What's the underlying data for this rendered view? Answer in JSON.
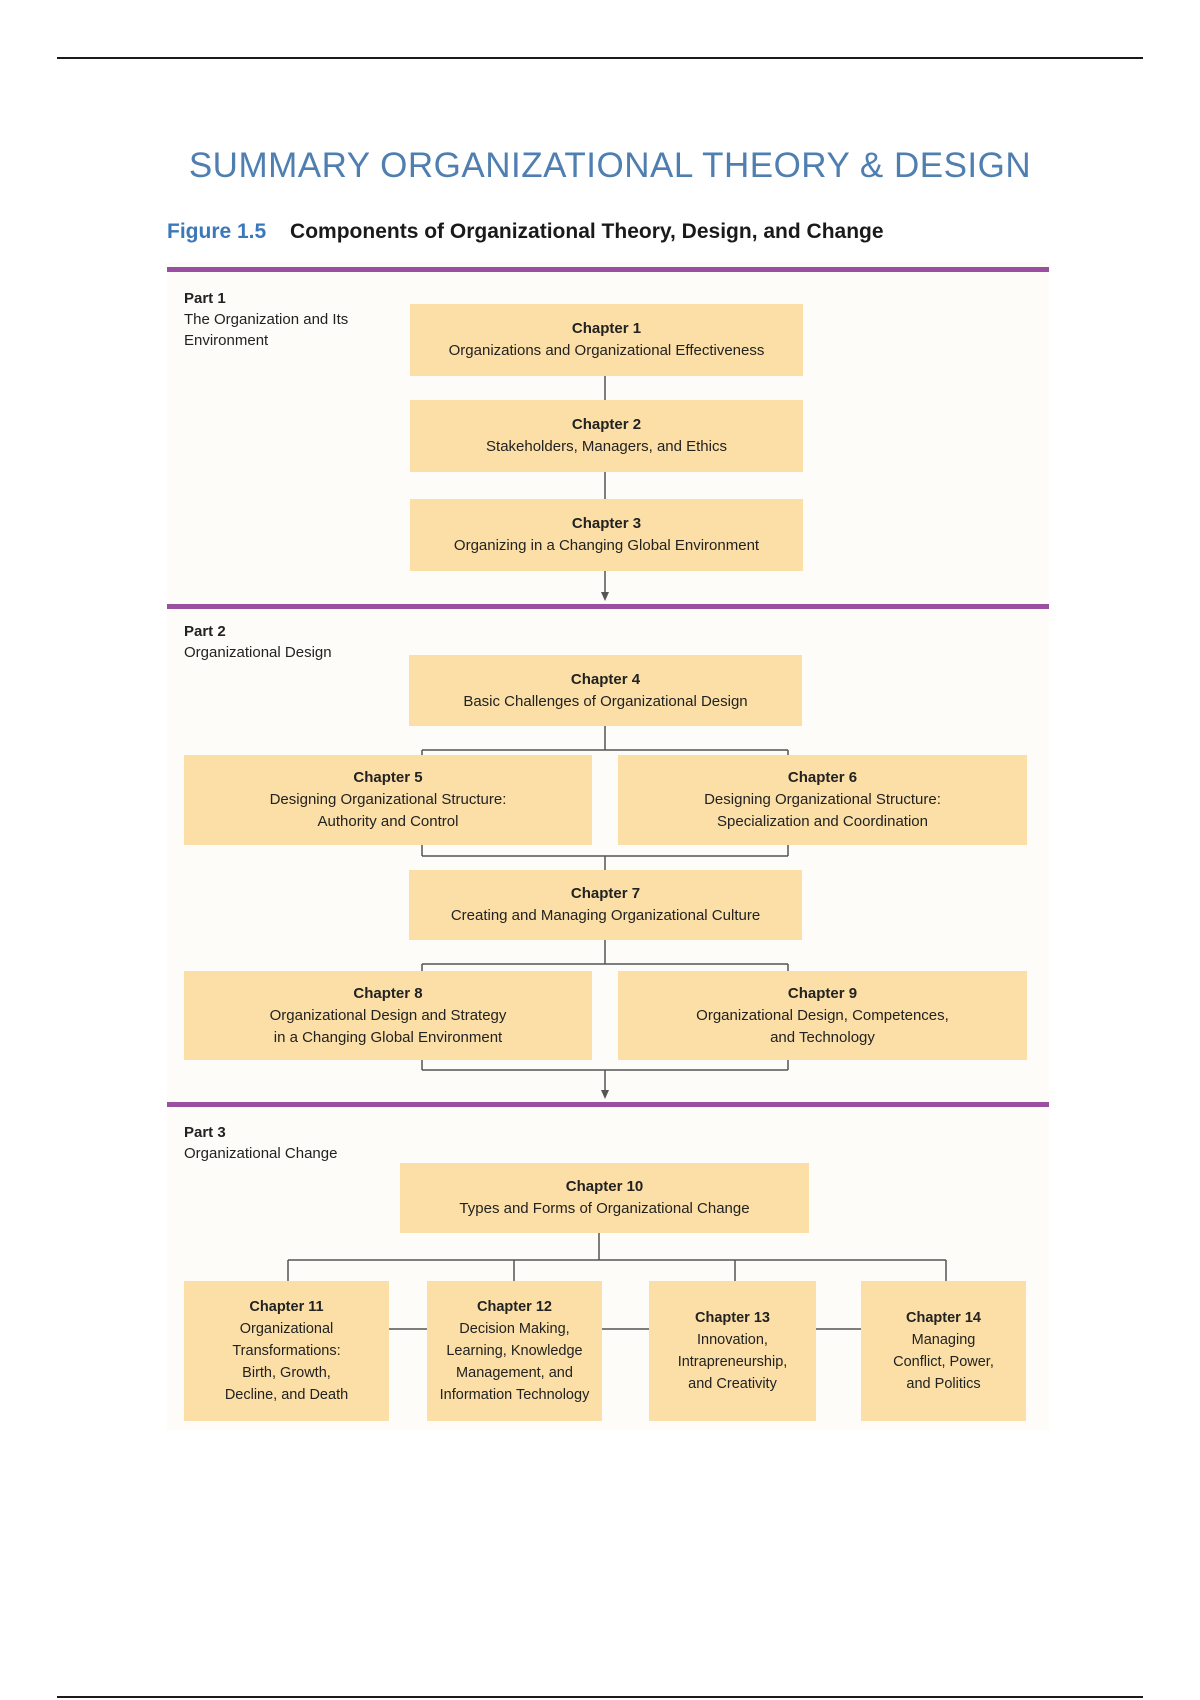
{
  "document": {
    "title": "SUMMARY ORGANIZATIONAL THEORY & DESIGN",
    "figure_number": "Figure 1.5",
    "figure_title": "Components of Organizational Theory, Design, and Change"
  },
  "parts": [
    {
      "num": "Part 1",
      "name": "The Organization and Its Environment"
    },
    {
      "num": "Part 2",
      "name": "Organizational Design"
    },
    {
      "num": "Part 3",
      "name": "Organizational Change"
    }
  ],
  "chapters": [
    {
      "title": "Chapter 1",
      "subtitle": "Organizations and Organizational Effectiveness"
    },
    {
      "title": "Chapter 2",
      "subtitle": "Stakeholders, Managers, and Ethics"
    },
    {
      "title": "Chapter 3",
      "subtitle": "Organizing in a Changing Global Environment"
    },
    {
      "title": "Chapter 4",
      "subtitle": "Basic Challenges of Organizational Design"
    },
    {
      "title": "Chapter 5",
      "subtitle": "Designing Organizational Structure:\nAuthority and Control"
    },
    {
      "title": "Chapter 6",
      "subtitle": "Designing Organizational Structure:\nSpecialization and Coordination"
    },
    {
      "title": "Chapter 7",
      "subtitle": "Creating and Managing Organizational Culture"
    },
    {
      "title": "Chapter 8",
      "subtitle": "Organizational Design and Strategy\nin a Changing Global Environment"
    },
    {
      "title": "Chapter 9",
      "subtitle": "Organizational Design, Competences,\nand Technology"
    },
    {
      "title": "Chapter 10",
      "subtitle": "Types and Forms of Organizational Change"
    },
    {
      "title": "Chapter 11",
      "subtitle": "Organizational\nTransformations:\nBirth, Growth,\nDecline, and Death"
    },
    {
      "title": "Chapter 12",
      "subtitle": "Decision Making,\nLearning, Knowledge\nManagement, and\nInformation Technology"
    },
    {
      "title": "Chapter 13",
      "subtitle": "Innovation,\nIntrapreneurship,\nand Creativity"
    },
    {
      "title": "Chapter 14",
      "subtitle": "Managing\nConflict, Power,\nand Politics"
    }
  ],
  "colors": {
    "box_fill": "#fbdfa6",
    "divider": "#9b4fa0",
    "title_blue": "#4f7fb0",
    "figure_blue": "#3b78b8"
  }
}
